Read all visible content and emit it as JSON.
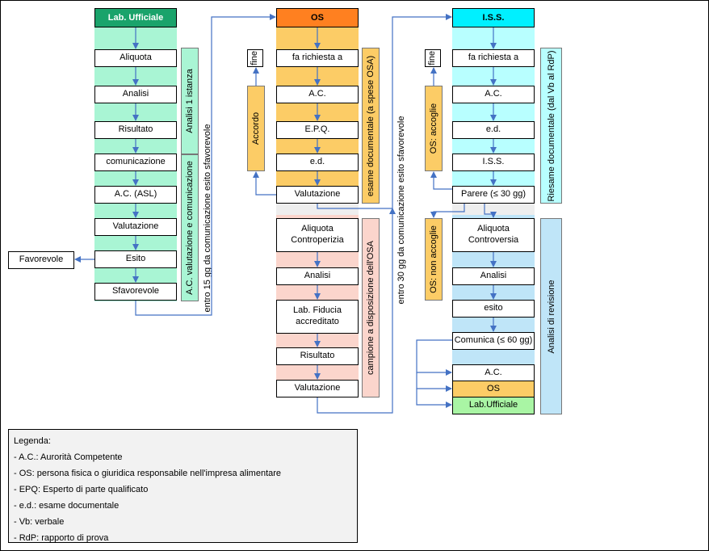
{
  "colors": {
    "lab_header": "#1aa36b",
    "lab_band": "#a9f5d4",
    "os_header": "#ff8020",
    "os_band": "#fccc66",
    "os_band_lower": "#fbd5cc",
    "iss_header": "#00f0ff",
    "iss_band": "#b8ffff",
    "iss_band_lower": "#bfe5f8",
    "arrow": "#4472c4"
  },
  "lab": {
    "header": "Lab. Ufficiale",
    "steps": [
      "Aliquota",
      "Analisi",
      "Risultato",
      "comunicazione",
      "A.C. (ASL)",
      "Valutazione",
      "Esito",
      "Sfavorevole"
    ],
    "favorevole": "Favorevole",
    "side1": "Analisi 1 istanza",
    "side2": "A.C. valutazione e comunicazione",
    "transfer": "entro 15 gg da comunicazione esito sfavorevole"
  },
  "os": {
    "header": "OS",
    "steps": [
      "fa richiesta a",
      "A.C.",
      "E.P.Q.",
      "e.d.",
      "Valutazione"
    ],
    "fine": "fine",
    "accordo": "Accordo",
    "side_upper": "esame documentale (a spese OSA)",
    "lower_steps": [
      "Aliquota Controperizia",
      "Analisi",
      "Lab. Fiducia accreditato",
      "Risultato",
      "Valutazione"
    ],
    "side_lower": "campione a disposizione dell'OSA",
    "transfer": "entro 30 gg da comunicazione esito sfavorevole"
  },
  "iss": {
    "header": "I.S.S.",
    "steps": [
      "fa richiesta a",
      "A.C.",
      "e.d.",
      "I.S.S.",
      "Parere (≤ 30 gg)"
    ],
    "fine": "fine",
    "accoglie": "OS: accoglie",
    "non_accoglie": "OS: non accoglie",
    "side_upper": "Riesame documentale (dal Vb al RdP)",
    "lower_steps": [
      "Aliquota Controversia",
      "Analisi",
      "esito",
      "Comunica (≤ 60 gg)"
    ],
    "recipients": [
      "A.C.",
      "OS",
      "Lab.Ufficiale"
    ],
    "side_lower": "Analisi di revisione"
  },
  "legend": {
    "title": "Legenda:",
    "items": [
      "- A.C.: Aurorità Competente",
      "- OS: persona fisica o giuridica responsabile nell'impresa alimentare",
      "- EPQ: Esperto di parte qualificato",
      "- e.d.: esame documentale",
      "- Vb: verbale",
      "- RdP: rapporto di prova"
    ]
  }
}
